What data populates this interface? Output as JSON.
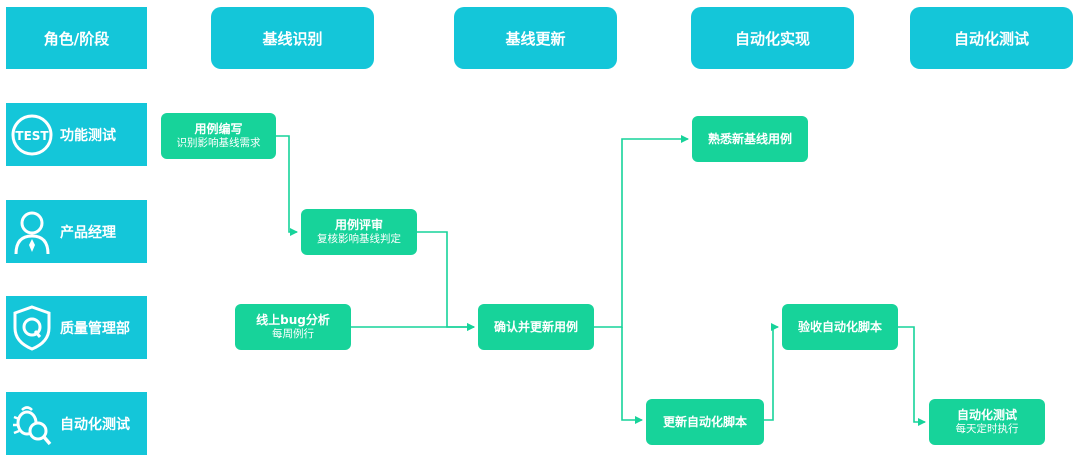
{
  "header": {
    "role_stage": "角色/阶段"
  },
  "stages": [
    "基线识别",
    "基线更新",
    "自动化实现",
    "自动化测试"
  ],
  "roles": [
    {
      "icon": "test-badge-icon",
      "icon_text": "TEST",
      "label": "功能测试"
    },
    {
      "icon": "user-tie-icon",
      "label": "产品经理"
    },
    {
      "icon": "shield-q-icon",
      "label": "质量管理部"
    },
    {
      "icon": "bug-search-icon",
      "label": "自动化测试"
    }
  ],
  "nodes": {
    "case_writing": {
      "title": "用例编写",
      "sub": "识别影响基线需求"
    },
    "case_review": {
      "title": "用例评审",
      "sub": "复核影响基线判定"
    },
    "bug_analysis": {
      "title": "线上bug分析",
      "sub": "每周例行"
    },
    "confirm_update": {
      "title": "确认并更新用例"
    },
    "familiar_cases": {
      "title": "熟悉新基线用例"
    },
    "update_scripts": {
      "title": "更新自动化脚本"
    },
    "accept_scripts": {
      "title": "验收自动化脚本"
    },
    "auto_test": {
      "title": "自动化测试",
      "sub": "每天定时执行"
    }
  },
  "colors": {
    "header": "#14C6D9",
    "node": "#17D39A",
    "line": "#17D39A"
  }
}
